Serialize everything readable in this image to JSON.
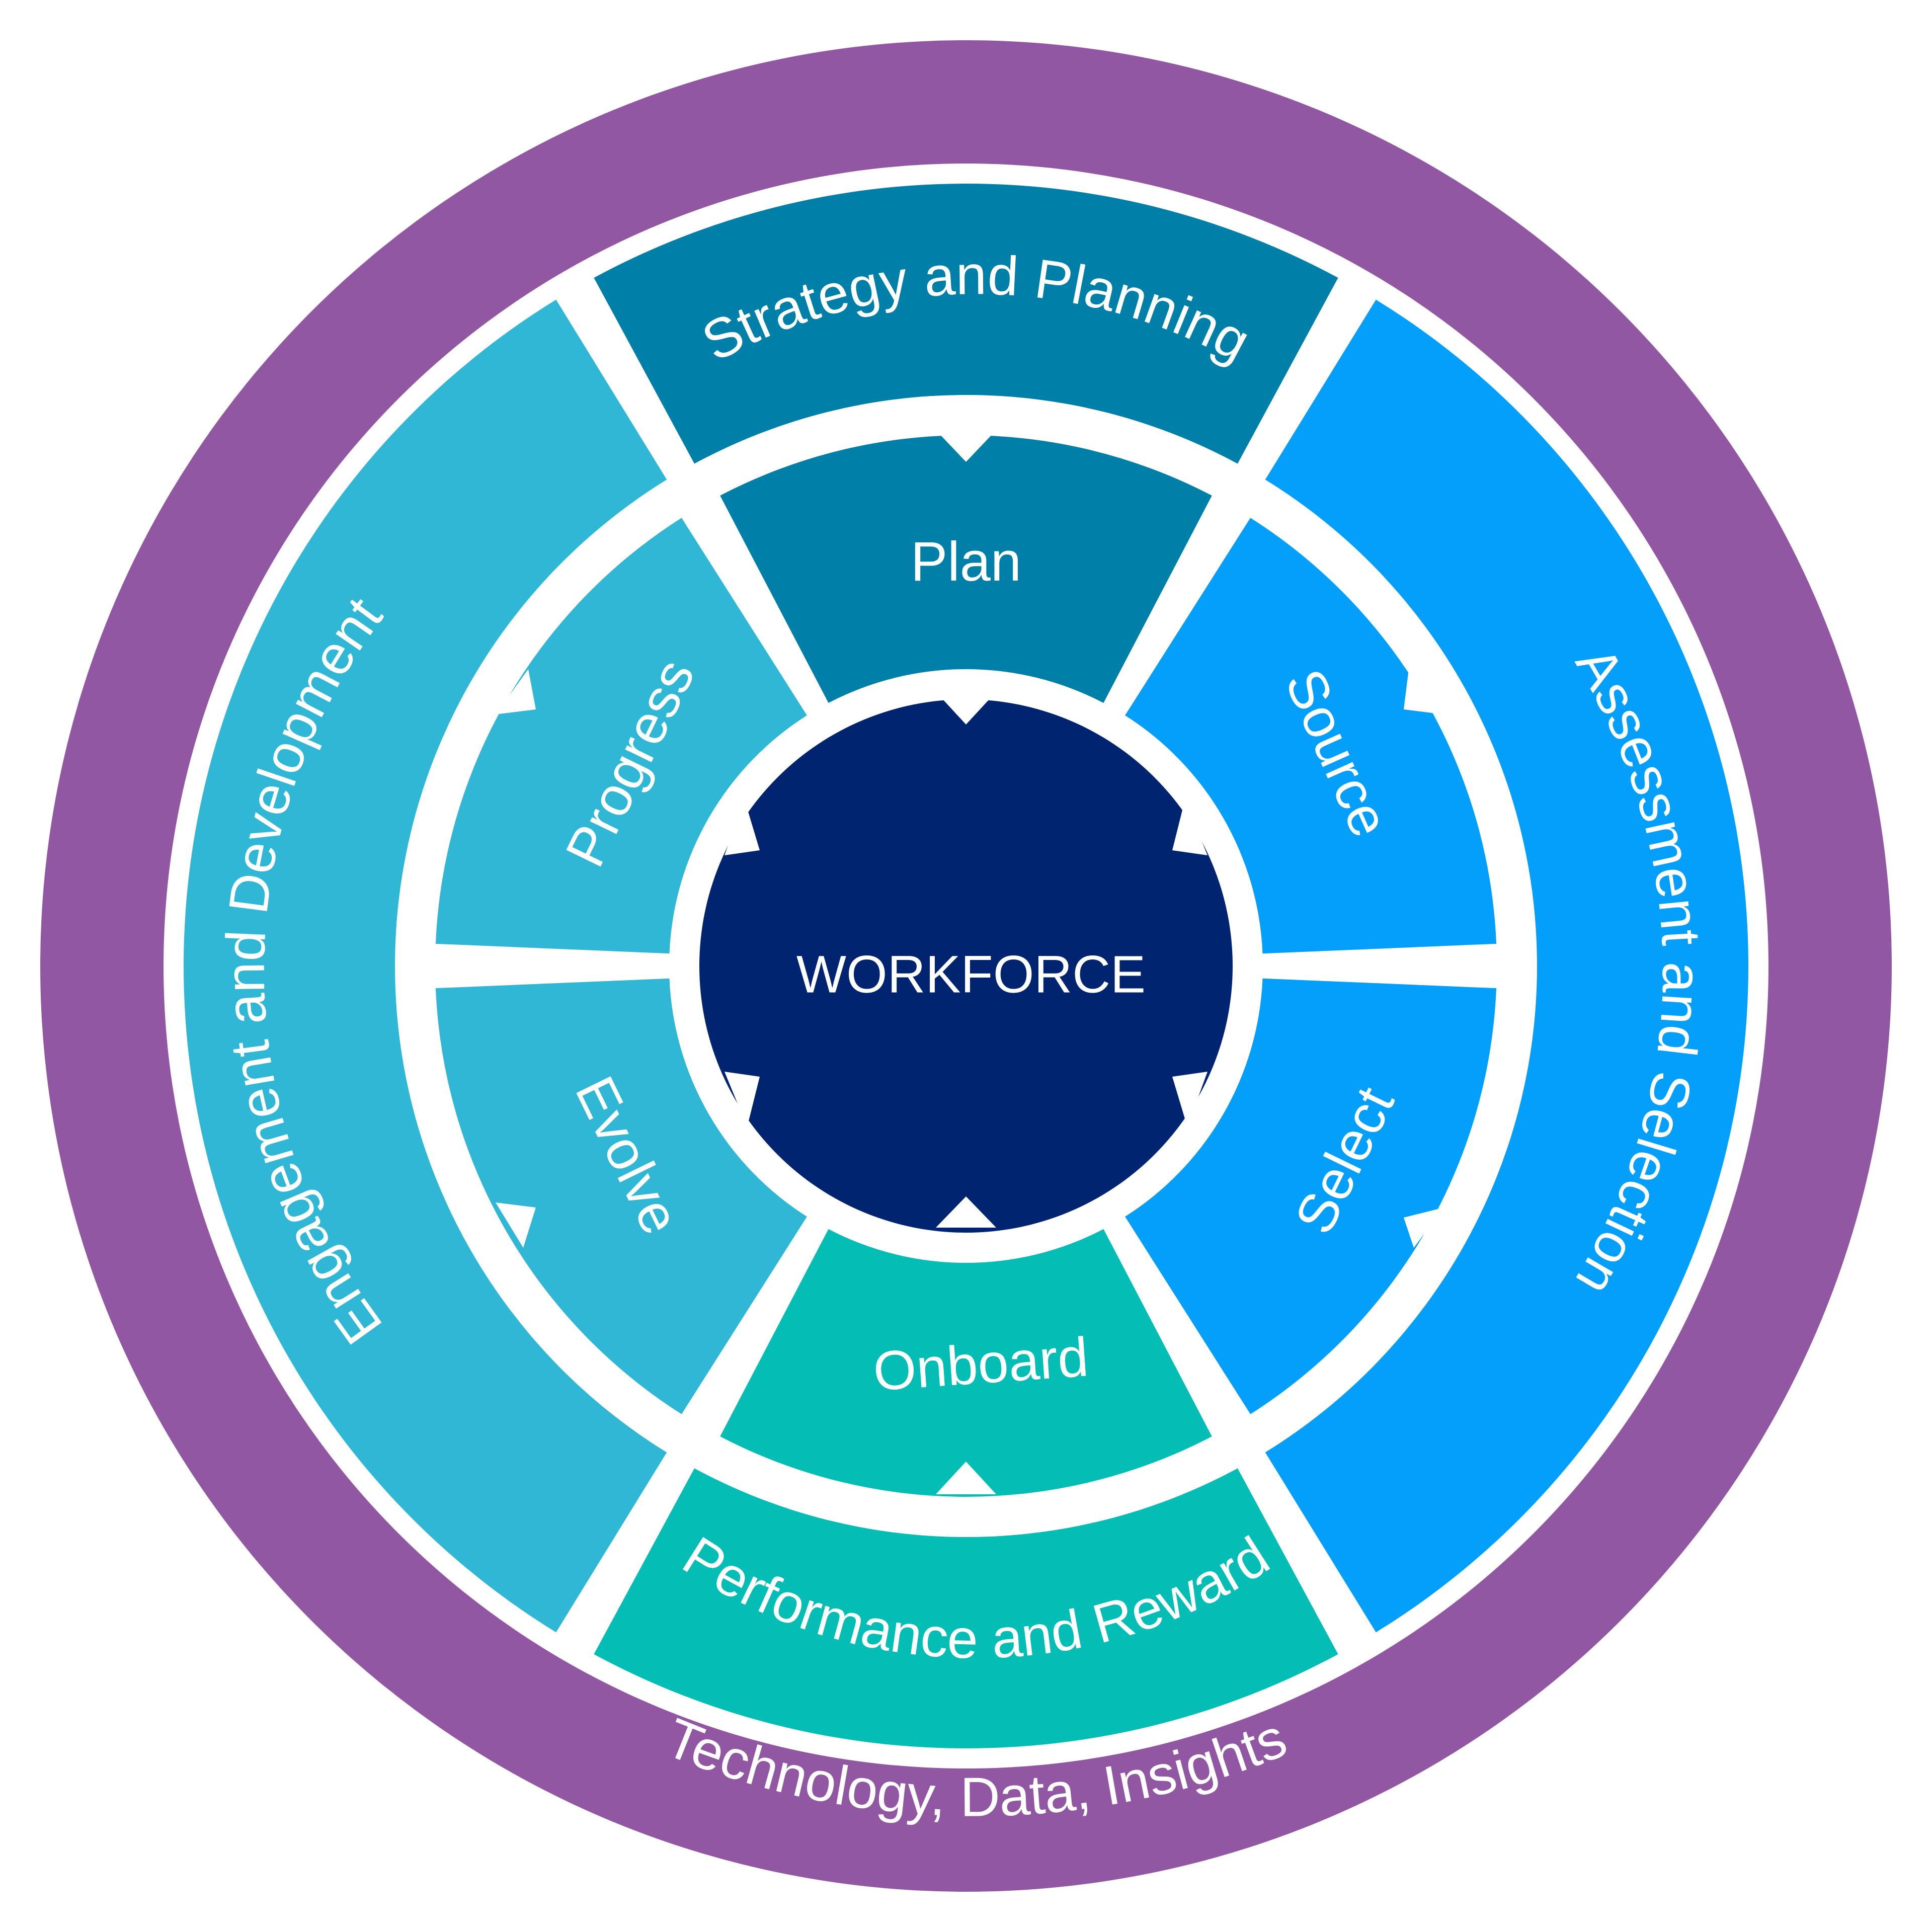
{
  "center": {
    "label": "WORKFORCE"
  },
  "outer_ring": {
    "label": "Technology, Data, Insights",
    "color": "#9257a3"
  },
  "outer_segments": [
    {
      "id": "strategy",
      "label": "Strategy and Planning",
      "color": "#007fa8"
    },
    {
      "id": "assessment",
      "label": "Assessment and Selection",
      "color": "#049ffb"
    },
    {
      "id": "performance",
      "label": "Performance and Reward",
      "color": "#04bdb5"
    },
    {
      "id": "engagement",
      "label": "Engagement and Development",
      "color": "#30b7d6"
    }
  ],
  "inner_segments": [
    {
      "id": "plan",
      "label": "Plan",
      "color": "#007fa8"
    },
    {
      "id": "source",
      "label": "Source",
      "color": "#049ffb"
    },
    {
      "id": "select",
      "label": "Select",
      "color": "#049ffb"
    },
    {
      "id": "onboard",
      "label": "Onboard",
      "color": "#04bdb5"
    },
    {
      "id": "evolve",
      "label": "Evolve",
      "color": "#30b7d6"
    },
    {
      "id": "progress",
      "label": "Progress",
      "color": "#30b7d6"
    }
  ],
  "center_color": "#012470"
}
